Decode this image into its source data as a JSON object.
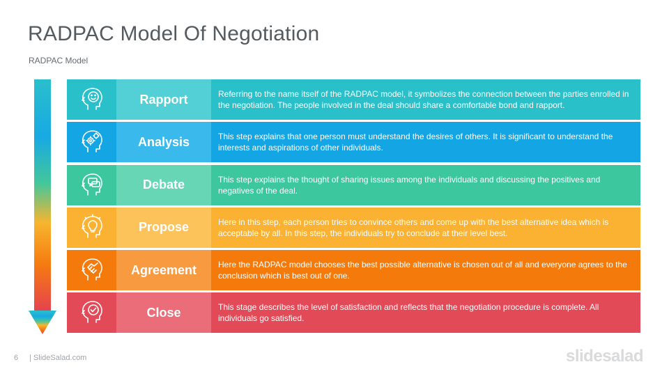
{
  "header": {
    "title": "RADPAC Model Of Negotiation",
    "subtitle": "RADPAC Model"
  },
  "rows": [
    {
      "label": "Rapport",
      "icon": "head-smile-icon",
      "description": "Referring to the name itself of the RADPAC model,  it symbolizes the connection between the parties enrolled in the negotiation.  The people involved in the deal should share a comfortable bond and rapport.",
      "colors": {
        "icon": "#29c0c9",
        "label": "#52d0d6",
        "desc": "#29c0c9"
      }
    },
    {
      "label": "Analysis",
      "icon": "head-gears-icon",
      "description": "This step explains that one person must understand the desires of others. It is significant to understand the interests and aspirations of other individuals.",
      "colors": {
        "icon": "#13a5e4",
        "label": "#3ab9ec",
        "desc": "#13a5e4"
      }
    },
    {
      "label": "Debate",
      "icon": "head-chat-icon",
      "description": "This step explains the thought of sharing issues among the individuals and discussing the positives and negatives of the deal.",
      "colors": {
        "icon": "#3cc79f",
        "label": "#66d6b5",
        "desc": "#3cc79f"
      }
    },
    {
      "label": "Propose",
      "icon": "head-lightbulb-icon",
      "description": "Here in this step, each person tries to convince others and come up with the best alternative idea which is acceptable by all. In this step, the individuals try to conclude at their level best.",
      "colors": {
        "icon": "#fbb131",
        "label": "#fcc35a",
        "desc": "#fbb131"
      }
    },
    {
      "label": "Agreement",
      "icon": "head-handshake-icon",
      "description": "Here the RADPAC model chooses the best possible alternative is chosen out of all and everyone agrees to the conclusion which is best out of one.",
      "colors": {
        "icon": "#f57a0c",
        "label": "#f89a40",
        "desc": "#f57a0c"
      }
    },
    {
      "label": "Close",
      "icon": "head-check-icon",
      "description": "This stage describes the level of satisfaction and reflects that the negotiation procedure is complete. All individuals go satisfied.",
      "colors": {
        "icon": "#e34a58",
        "label": "#ea6d79",
        "desc": "#e34a58"
      }
    }
  ],
  "footer": {
    "page_number": "6",
    "site": "| SlideSalad.com",
    "brand": "slidesalad"
  }
}
